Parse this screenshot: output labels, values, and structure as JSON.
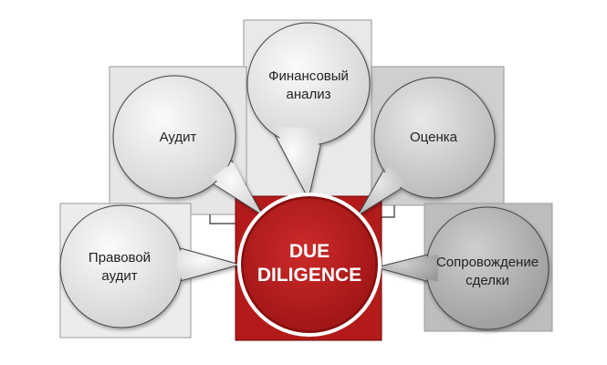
{
  "center": {
    "line1": "DUE",
    "line2": "DILIGENCE",
    "color": "#b31b1b"
  },
  "nodes": {
    "financial": {
      "line1": "Финансовый",
      "line2": "анализ"
    },
    "audit": {
      "line1": "Аудит"
    },
    "valuation": {
      "line1": "Оценка"
    },
    "legal": {
      "line1": "Правовой",
      "line2": "аудит"
    },
    "deal": {
      "line1": "Сопровождение",
      "line2": "сделки"
    }
  },
  "colors": {
    "box_light": "#e6e6e6",
    "box_mid": "#cfcfcf",
    "box_dark": "#b9b9b9",
    "box_stroke": "#9a9a9a"
  }
}
